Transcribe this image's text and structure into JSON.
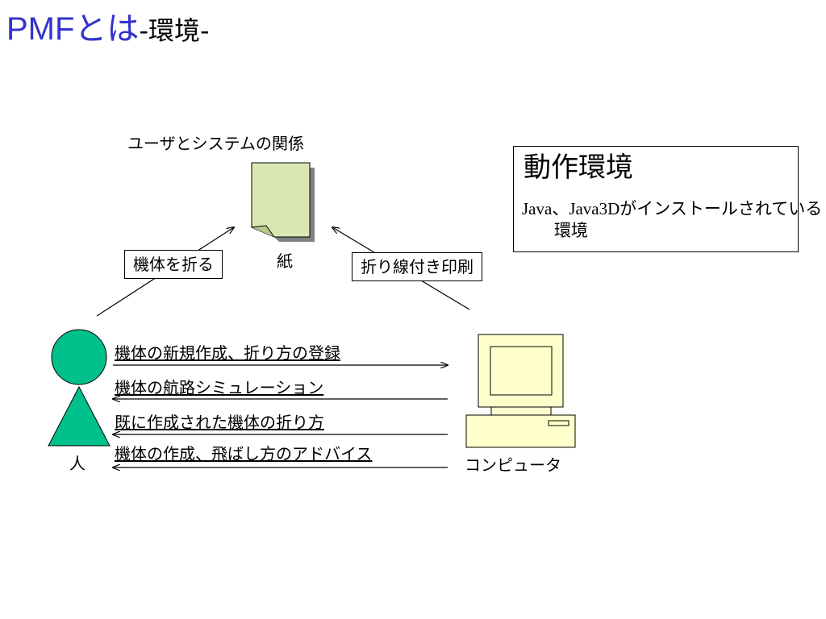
{
  "title": {
    "main": "PMFとは",
    "sub": "-環境-"
  },
  "diagram": {
    "caption": "ユーザとシステムの関係",
    "paper_label": "紙",
    "fold_label": "機体を折る",
    "print_label": "折り線付き印刷",
    "person_label": "人",
    "computer_label": "コンピュータ",
    "messages": [
      {
        "text": "機体の新規作成、折り方の登録",
        "direction": "to-computer"
      },
      {
        "text": "機体の航路シミュレーション",
        "direction": "to-person"
      },
      {
        "text": "既に作成された機体の折り方",
        "direction": "to-person"
      },
      {
        "text": "機体の作成、飛ばし方のアドバイス",
        "direction": "to-person"
      }
    ]
  },
  "environment": {
    "heading": "動作環境",
    "description": "Java、Java3Dがインストールされている環境"
  },
  "colors": {
    "title_blue": "#3333cc",
    "paper_fill": "#d9e8b2",
    "person_fill": "#00c08b",
    "computer_fill": "#ffffcc"
  }
}
